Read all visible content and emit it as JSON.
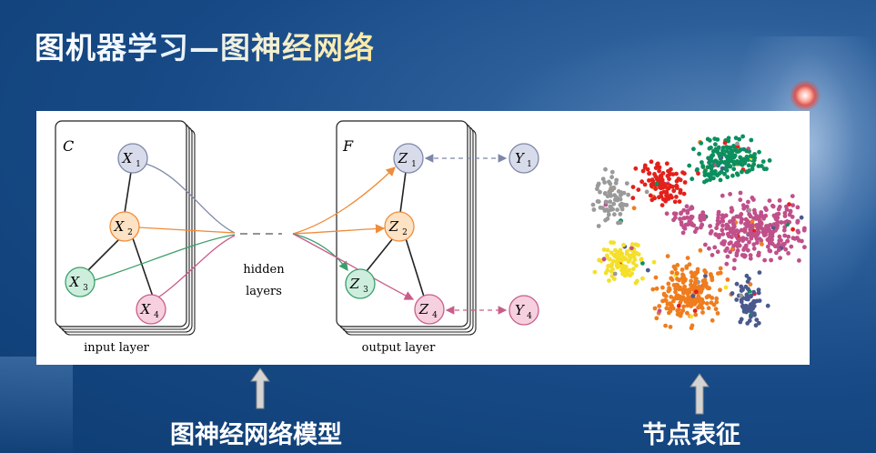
{
  "slide": {
    "title": "图机器学习—图神经网络"
  },
  "diagram": {
    "input_graph": {
      "label": "C",
      "caption": "input layer",
      "nodes": [
        {
          "id": "X1",
          "base": "X",
          "sub": "1",
          "color": "#d8dcea",
          "stroke": "#7d86a8"
        },
        {
          "id": "X2",
          "base": "X",
          "sub": "2",
          "color": "#fde2c4",
          "stroke": "#f08c3a"
        },
        {
          "id": "X3",
          "base": "X",
          "sub": "3",
          "color": "#cdeedd",
          "stroke": "#3a9f6a"
        },
        {
          "id": "X4",
          "base": "X",
          "sub": "4",
          "color": "#f6d0df",
          "stroke": "#c95d8a"
        }
      ]
    },
    "hidden": {
      "line1": "hidden",
      "line2": "layers"
    },
    "output_graph": {
      "label": "F",
      "caption": "output layer",
      "nodes": [
        {
          "id": "Z1",
          "base": "Z",
          "sub": "1",
          "color": "#d8dcea",
          "stroke": "#7d86a8"
        },
        {
          "id": "Z2",
          "base": "Z",
          "sub": "2",
          "color": "#fde2c4",
          "stroke": "#f08c3a"
        },
        {
          "id": "Z3",
          "base": "Z",
          "sub": "3",
          "color": "#cdeedd",
          "stroke": "#3a9f6a"
        },
        {
          "id": "Z4",
          "base": "Z",
          "sub": "4",
          "color": "#f6d0df",
          "stroke": "#c95d8a"
        }
      ]
    },
    "labels": [
      {
        "id": "Y1",
        "base": "Y",
        "sub": "1",
        "color": "#d8dcea",
        "stroke": "#7d86a8"
      },
      {
        "id": "Y4",
        "base": "Y",
        "sub": "4",
        "color": "#f6d0df",
        "stroke": "#c95d8a"
      }
    ],
    "embedding_clusters": [
      {
        "name": "green",
        "color": "#0c8f5e"
      },
      {
        "name": "red",
        "color": "#e3201b"
      },
      {
        "name": "gray",
        "color": "#9a9a9a"
      },
      {
        "name": "magenta",
        "color": "#c0508a"
      },
      {
        "name": "yellow",
        "color": "#f4e02a"
      },
      {
        "name": "orange",
        "color": "#ef7d1e"
      },
      {
        "name": "navy",
        "color": "#4a5a8e"
      }
    ]
  },
  "captions": {
    "left": "图神经网络模型",
    "right": "节点表征"
  },
  "colors": {
    "arrow_fill": "#d4d4d4",
    "arrow_stroke": "#8a8a8a"
  }
}
